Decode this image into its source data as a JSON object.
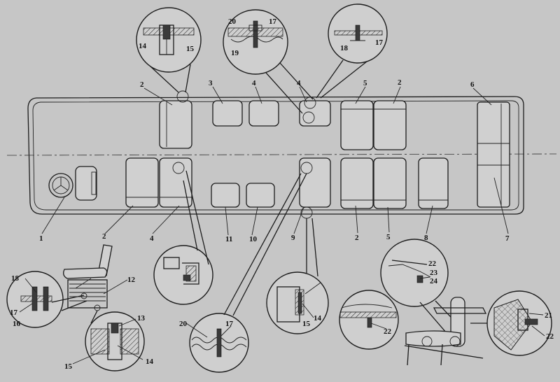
{
  "diagram": {
    "main_labels": [
      "1",
      "2",
      "2",
      "2",
      "2",
      "3",
      "4",
      "4",
      "4",
      "5",
      "5",
      "6",
      "7",
      "8",
      "9",
      "10",
      "11"
    ],
    "callout_labels": {
      "a": [
        "14",
        "15"
      ],
      "b": [
        "20",
        "17",
        "19"
      ],
      "c": [
        "18",
        "17"
      ],
      "d": [
        "18",
        "17",
        "16",
        "12"
      ],
      "e": [
        "13",
        "15",
        "14"
      ],
      "f": [
        "20",
        "17"
      ],
      "g": [
        "15",
        "14"
      ],
      "h": [
        "22",
        "23",
        "24"
      ],
      "i": [
        "22"
      ],
      "j": [
        "21",
        "22"
      ]
    }
  }
}
